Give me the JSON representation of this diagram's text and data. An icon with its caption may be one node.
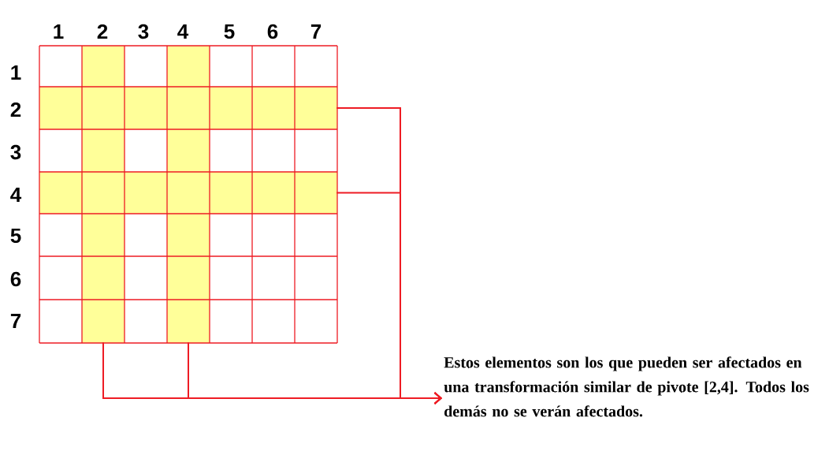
{
  "diagram": {
    "nodes": [
      {
        "text": [],
        "shape": "bar"
      },
      {
        "text": [],
        "shape": "bar"
      },
      {
        "text": [],
        "shape": "bar"
      },
      {
        "text": [],
        "shape": "bar"
      },
      {
        "text": [
          "Estos elementos son los que pueden ser afectados en una transformación similar de pivote [2,4]. Todos los demás no se verán afectados."
        ]
      }
    ],
    "edges": [
      {
        "from": 0,
        "to": 4,
        "arrow": "to",
        "color": "#ee1c24"
      },
      {
        "from": 1,
        "to": 4,
        "arrow": "to",
        "color": "#ee1c24"
      },
      {
        "from": 2,
        "to": 4,
        "arrow": "to",
        "color": "#ee1c24"
      },
      {
        "from": 3,
        "to": 4,
        "arrow": "to",
        "color": "#ee1c24"
      }
    ],
    "labels": [
      "1",
      "2",
      "3",
      "4",
      "5",
      "6",
      "7",
      "1",
      "2",
      "3",
      "4",
      "5",
      "6",
      "7"
    ]
  }
}
